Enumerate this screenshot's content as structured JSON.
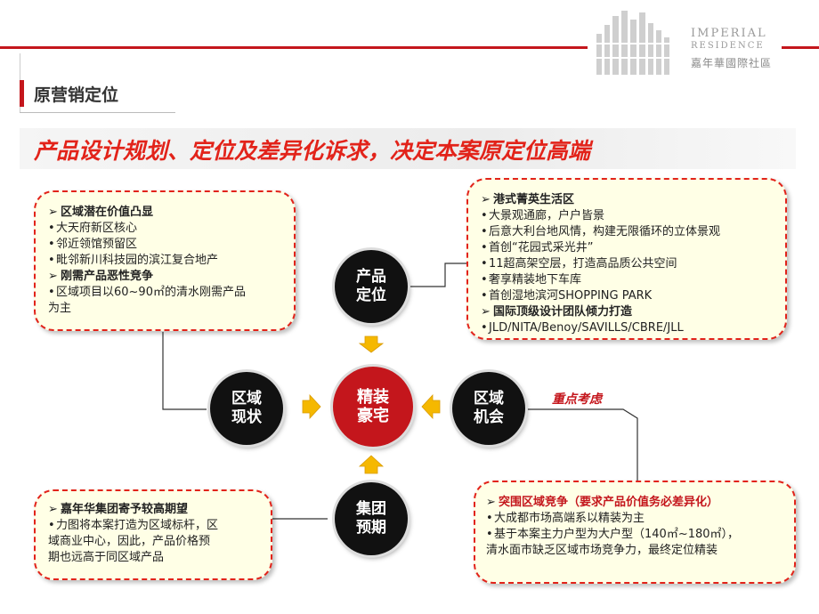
{
  "logo": {
    "line1": "IMPERIAL",
    "line2": "RESIDENCE",
    "cn": "嘉年華國際社區"
  },
  "section_title": "原营销定位",
  "headline": "产品设计规划、定位及差异化诉求，决定本案原定位高端",
  "top_left_box": {
    "h1": "区域潜在价值凸显",
    "b1": "大天府新区核心",
    "b2": "邻近领馆预留区",
    "b3": "毗邻新川科技园的滨江复合地产",
    "h2": "刚需产品恶性竞争",
    "b4": "区域项目以60~90㎡的清水刚需产品",
    "b4b": "为主"
  },
  "top_right_box": {
    "h1": "港式菁英生活区",
    "b1": "大景观通廊，户户皆景",
    "b2": "后意大利台地风情，构建无限循环的立体景观",
    "b3": "首创“花园式采光井”",
    "b4": "11超高架空层，打造高品质公共空间",
    "b5": "奢享精装地下车库",
    "b6": "首创湿地滨河SHOPPING PARK",
    "h2": "国际顶级设计团队倾力打造",
    "b7": "JLD/NITA/Benoy/SAVILLS/CBRE/JLL"
  },
  "bottom_left_box": {
    "h1": "嘉年华集团寄予较高期望",
    "b1": "力图将本案打造为区域标杆，区",
    "b1b": "域商业中心，因此，产品价格预",
    "b1c": "期也远高于同区域产品"
  },
  "bottom_right_box": {
    "h1": "突围区域竞争（要求产品价值务必差异化）",
    "b1": "大成都市场高端系以精装为主",
    "b2": "基于本案主力户型为大户型（140㎡~180㎡），",
    "b2b": "清水面市缺乏区域市场竞争力，最终定位精装"
  },
  "circles": {
    "top": [
      "产品",
      "定位"
    ],
    "left": [
      "区域",
      "现状"
    ],
    "center": [
      "精装",
      "豪宅"
    ],
    "right": [
      "区域",
      "机会"
    ],
    "bottom": [
      "集团",
      "预期"
    ]
  },
  "keynote": "重点考虑",
  "colors": {
    "accent_red": "#e2231a",
    "dark_red": "#c4161c",
    "box_fill": "#ffffe6",
    "circle_black": "#111111",
    "arrow_yellow": "#f5b800"
  }
}
